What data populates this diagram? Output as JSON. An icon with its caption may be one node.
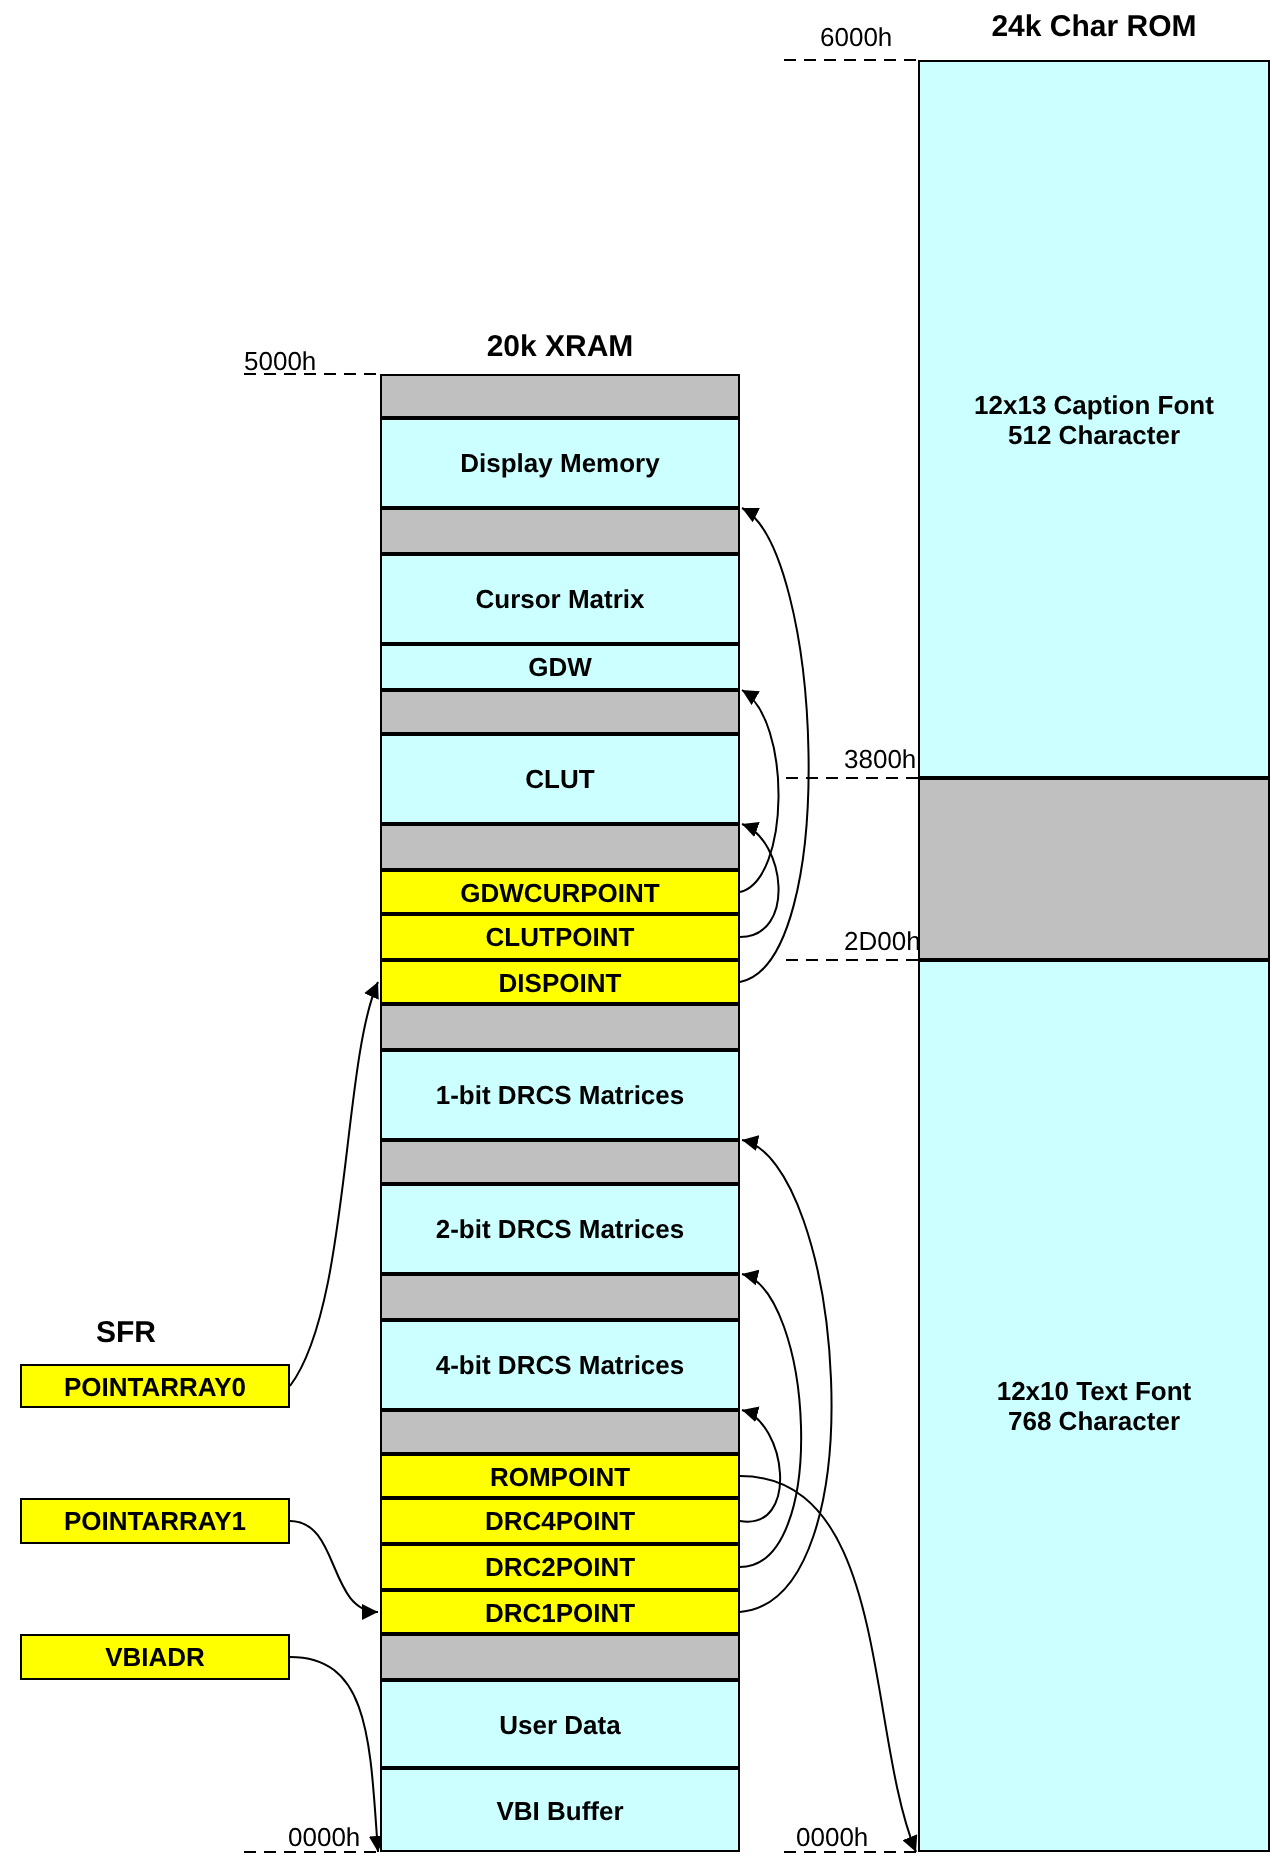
{
  "diagram": {
    "nodes": [
      {
        "text": [
          "20k XRAM"
        ]
      },
      {
        "text": [],
        "shape": "box",
        "in": 0,
        "beside": [
          "5000h"
        ]
      },
      {
        "text": [
          "Display Memory"
        ],
        "in": 0
      },
      {
        "text": [],
        "shape": "box",
        "in": 0
      },
      {
        "text": [
          "Cursor Matrix"
        ],
        "in": 0
      },
      {
        "text": [
          "GDW"
        ],
        "in": 0
      },
      {
        "text": [],
        "shape": "box",
        "in": 0
      },
      {
        "text": [
          "CLUT"
        ],
        "in": 0
      },
      {
        "text": [],
        "shape": "box",
        "in": 0
      },
      {
        "text": [
          "GDWCURPOINT"
        ],
        "in": 0
      },
      {
        "text": [
          "CLUTPOINT"
        ],
        "in": 0
      },
      {
        "text": [
          "DISPOINT"
        ],
        "in": 0
      },
      {
        "text": [],
        "shape": "box",
        "in": 0
      },
      {
        "text": [
          "1-bit DRCS Matrices"
        ],
        "in": 0
      },
      {
        "text": [],
        "shape": "box",
        "in": 0
      },
      {
        "text": [
          "2-bit DRCS Matrices"
        ],
        "in": 0
      },
      {
        "text": [],
        "shape": "box",
        "in": 0
      },
      {
        "text": [
          "4-bit DRCS Matrices"
        ],
        "in": 0
      },
      {
        "text": [],
        "shape": "box",
        "in": 0
      },
      {
        "text": [
          "ROMPOINT"
        ],
        "in": 0
      },
      {
        "text": [
          "DRC4POINT"
        ],
        "in": 0
      },
      {
        "text": [
          "DRC2POINT"
        ],
        "in": 0
      },
      {
        "text": [
          "DRC1POINT"
        ],
        "in": 0
      },
      {
        "text": [],
        "shape": "box",
        "in": 0
      },
      {
        "text": [
          "User Data"
        ],
        "in": 0
      },
      {
        "text": [
          "VBI Buffer"
        ],
        "in": 0,
        "beside": [
          "0000h"
        ]
      },
      {
        "text": [
          "24k Char ROM"
        ]
      },
      {
        "text": [
          "12x13 Caption Font 512 Character"
        ],
        "in": 26,
        "beside": [
          "6000h"
        ]
      },
      {
        "text": [],
        "shape": "box",
        "in": 26,
        "beside": [
          "3800h",
          "2D00h"
        ]
      },
      {
        "text": [
          "12x10 Text Font 768 Character"
        ],
        "in": 26,
        "beside": [
          "0000h"
        ]
      },
      {
        "text": [
          "POINTARRAY0"
        ],
        "beside": [
          "SFR"
        ]
      },
      {
        "text": [
          "POINTARRAY1"
        ]
      },
      {
        "text": [
          "VBIADR"
        ]
      }
    ],
    "edges": [
      {
        "from": 11,
        "to": 2,
        "arrow": "to"
      },
      {
        "from": 9,
        "to": 5,
        "arrow": "to"
      },
      {
        "from": 10,
        "to": 7,
        "arrow": "to"
      },
      {
        "from": 22,
        "to": 13,
        "arrow": "to"
      },
      {
        "from": 21,
        "to": 15,
        "arrow": "to"
      },
      {
        "from": 20,
        "to": 17,
        "arrow": "to"
      },
      {
        "from": 19,
        "to": 29,
        "arrow": "to"
      },
      {
        "from": 30,
        "to": 11,
        "arrow": "to"
      },
      {
        "from": 31,
        "to": 22,
        "arrow": "to"
      },
      {
        "from": 32,
        "to": 25,
        "arrow": "to"
      }
    ]
  }
}
